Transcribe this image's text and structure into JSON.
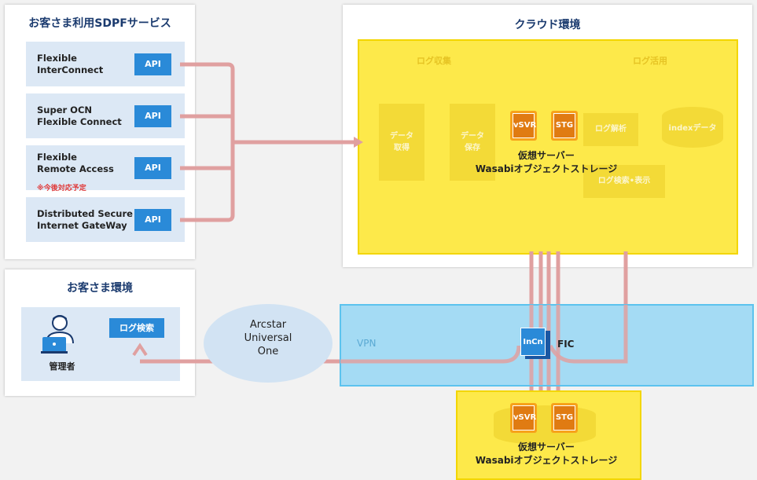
{
  "sdpf": {
    "title": "お客さま利用SDPFサービス",
    "services": [
      {
        "label": "Flexible\nInterConnect",
        "api": "API"
      },
      {
        "label": "Super OCN\nFlexible Connect",
        "api": "API"
      },
      {
        "label": "Flexible\nRemote Access",
        "api": "API",
        "note": "※今後対応予定"
      },
      {
        "label": "Distributed Secure\nInternet GateWay",
        "api": "API"
      }
    ]
  },
  "customer": {
    "title": "お客さま環境",
    "admin_label": "管理者",
    "log_search_label": "ログ検索"
  },
  "arcstar": {
    "line1": "Arcstar",
    "line2": "Universal",
    "line3": "One"
  },
  "cloud": {
    "title": "クラウド環境",
    "log_collect": "ログ収集",
    "log_use": "ログ活用",
    "data_get": "データ\n取得",
    "data_save": "データ\n保存",
    "log_analyze": "ログ解析",
    "index_data": "indexデータ",
    "log_search_display": "ログ検索•表示",
    "vsvr": "vSVR",
    "stg": "STG",
    "caption_line1": "仮想サーバー",
    "caption_line2": "Wasabiオブジェクトストレージ"
  },
  "vpn": {
    "label": "VPN",
    "incn": "InCn",
    "fic": "FIC"
  },
  "bottom": {
    "vsvr": "vSVR",
    "stg": "STG",
    "caption_line1": "仮想サーバー",
    "caption_line2": "Wasabiオブジェクトストレージ"
  },
  "colors": {
    "connector": "#e0a0a0",
    "vpn_fill": "#a8dcf7",
    "yellow": "#fde94a",
    "api": "#2a8ad8"
  }
}
